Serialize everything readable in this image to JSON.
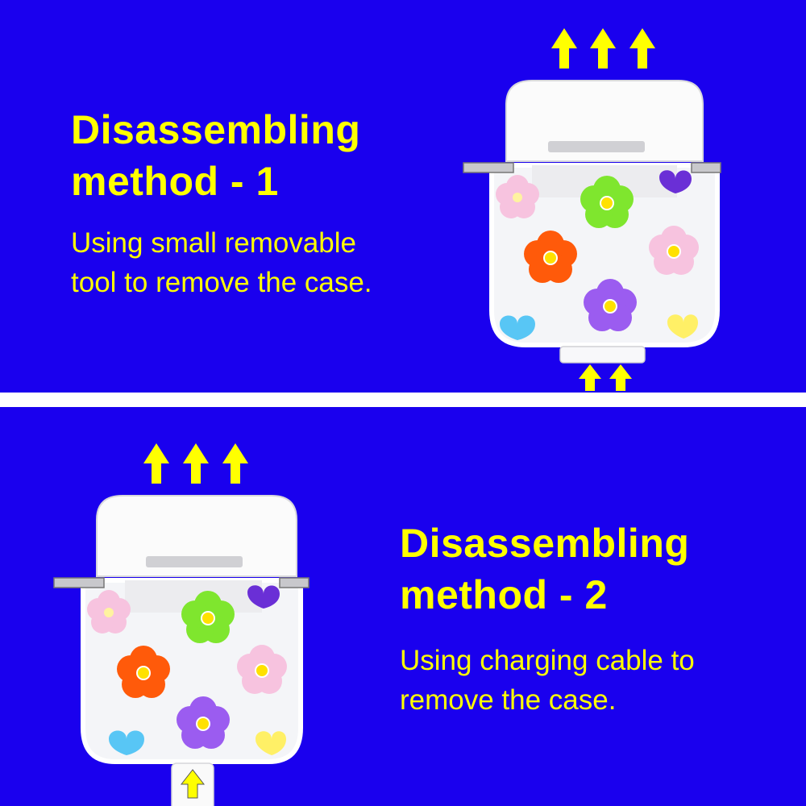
{
  "method1": {
    "title_line1": "Disassembling",
    "title_line2": "method - 1",
    "desc_line1": "Using small removable",
    "desc_line2": "tool to remove the case."
  },
  "method2": {
    "title_line1": "Disassembling",
    "title_line2": "method - 2",
    "desc_line1": "Using charging cable to",
    "desc_line2": "remove the case."
  },
  "colors": {
    "background": "#1a00ee",
    "text": "#ffff00",
    "divider": "#ffffff"
  },
  "icons": {
    "arrow": "up-arrow-icon",
    "case": "airpods-case-illustration",
    "flower": "flower-icon"
  }
}
